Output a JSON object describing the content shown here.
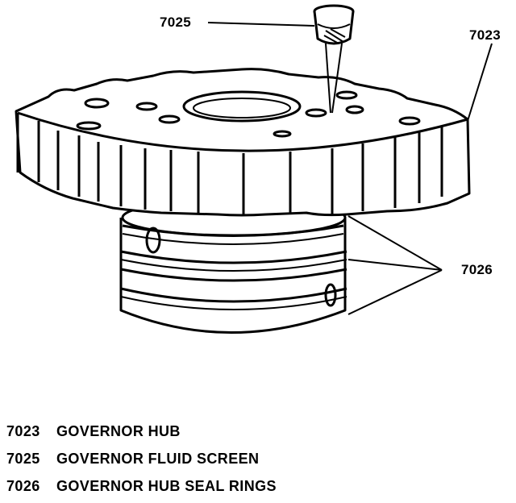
{
  "callouts": {
    "screen": "7025",
    "hub": "7023",
    "seal_rings": "7026"
  },
  "legend": [
    {
      "number": "7023",
      "text": "GOVERNOR HUB"
    },
    {
      "number": "7025",
      "text": "GOVERNOR FLUID SCREEN"
    },
    {
      "number": "7026",
      "text": "GOVERNOR HUB SEAL RINGS"
    }
  ],
  "colors": {
    "ink": "#000000",
    "paper": "#ffffff"
  }
}
